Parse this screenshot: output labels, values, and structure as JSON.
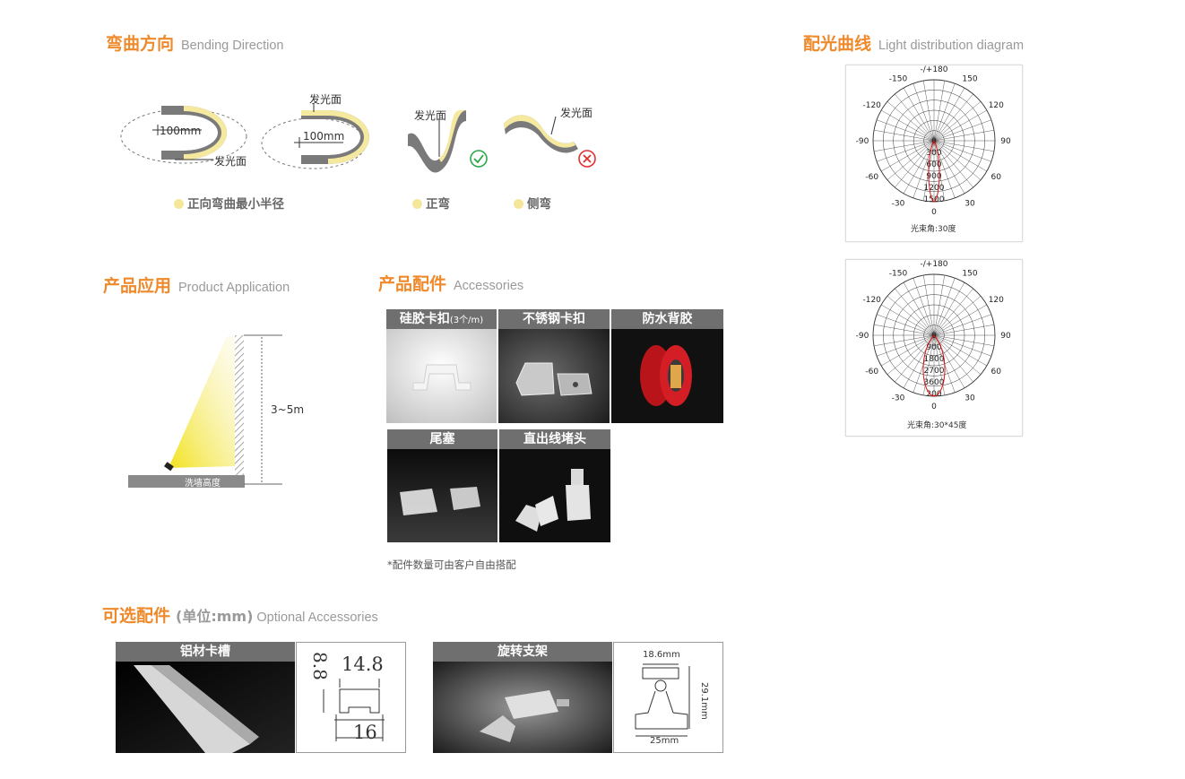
{
  "bending": {
    "title_cn": "弯曲方向",
    "title_en": "Bending Direction",
    "label_emit": "发光面",
    "radius_1": "100mm",
    "radius_2": "100mm",
    "bullet_1": "正向弯曲最小半径",
    "bullet_2": "正弯",
    "bullet_3": "侧弯",
    "ok_icon": "check-circle-icon",
    "no_icon": "x-circle-icon",
    "colors": {
      "accent": "#ee8a2c",
      "emit": "#f5e9a0",
      "body": "#777777",
      "ok": "#2aa84a",
      "no": "#e23030"
    }
  },
  "application": {
    "title_cn": "产品应用",
    "title_en": "Product Application",
    "height_label": "3~5m",
    "floor_label": "洗墙高度"
  },
  "accessories": {
    "title_cn": "产品配件",
    "title_en": "Accessories",
    "items": [
      {
        "label": "硅胶卡扣",
        "sub": "(3个/m)"
      },
      {
        "label": "不锈钢卡扣",
        "sub": ""
      },
      {
        "label": "防水背胶",
        "sub": ""
      },
      {
        "label": "尾塞",
        "sub": ""
      },
      {
        "label": "直出线堵头",
        "sub": ""
      }
    ],
    "note": "*配件数量可由客户自由搭配"
  },
  "optional": {
    "title_cn": "可选配件",
    "unit": "(单位:mm)",
    "title_en": "Optional Accessories",
    "item_1": {
      "label": "铝材卡槽",
      "dims": {
        "height": "8.8",
        "top_width": "14.8",
        "bottom_width": "16"
      }
    },
    "item_2": {
      "label": "旋转支架",
      "dims": {
        "top_width": "18.6mm",
        "height": "29.1mm",
        "bottom_width": "25mm"
      }
    }
  },
  "light": {
    "title_cn": "配光曲线",
    "title_en": "Light distribution diagram",
    "angles": {
      "top": "-/+180",
      "l150": "-150",
      "r150": "150",
      "l120": "-120",
      "r120": "120",
      "l90": "-90",
      "r90": "90",
      "l60": "-60",
      "r60": "60",
      "l30": "-30",
      "r30": "30",
      "bottom": "0"
    },
    "diagram_1": {
      "rings": [
        "0",
        "300",
        "600",
        "900",
        "1200",
        "1500"
      ],
      "beam": "光束角:30度"
    },
    "diagram_2": {
      "rings": [
        "0",
        "900",
        "1800",
        "2700",
        "3600",
        "200"
      ],
      "beam": "光束角:30*45度"
    }
  }
}
